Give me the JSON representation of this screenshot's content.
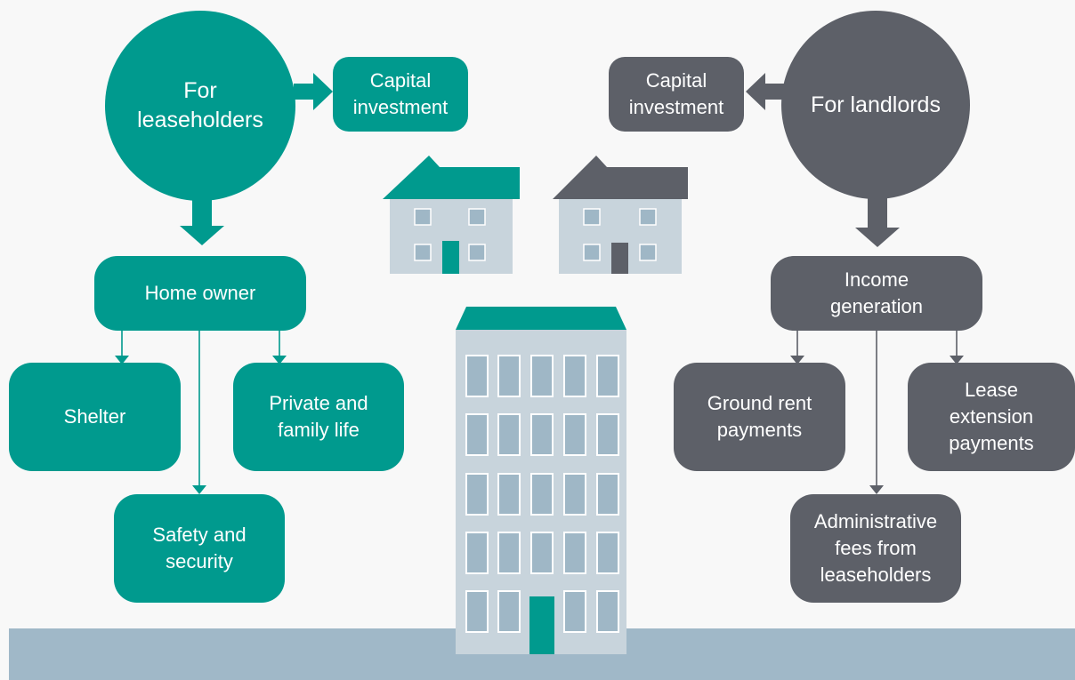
{
  "colors": {
    "teal": "#009a8e",
    "grey": "#5d6068",
    "house_wall": "#c8d4dc",
    "window": "#9fb7c6",
    "ground": "#a0b8c8",
    "background": "#f8f8f8"
  },
  "leaseholders": {
    "title": "For leaseholders",
    "capital": "Capital investment",
    "home_owner": "Home owner",
    "shelter": "Shelter",
    "private": "Private and family life",
    "safety": "Safety and security"
  },
  "landlords": {
    "title": "For landlords",
    "capital": "Capital investment",
    "income": "Income generation",
    "ground_rent": "Ground rent payments",
    "lease_ext": "Lease extension payments",
    "admin_fees": "Administrative fees from leaseholders"
  }
}
